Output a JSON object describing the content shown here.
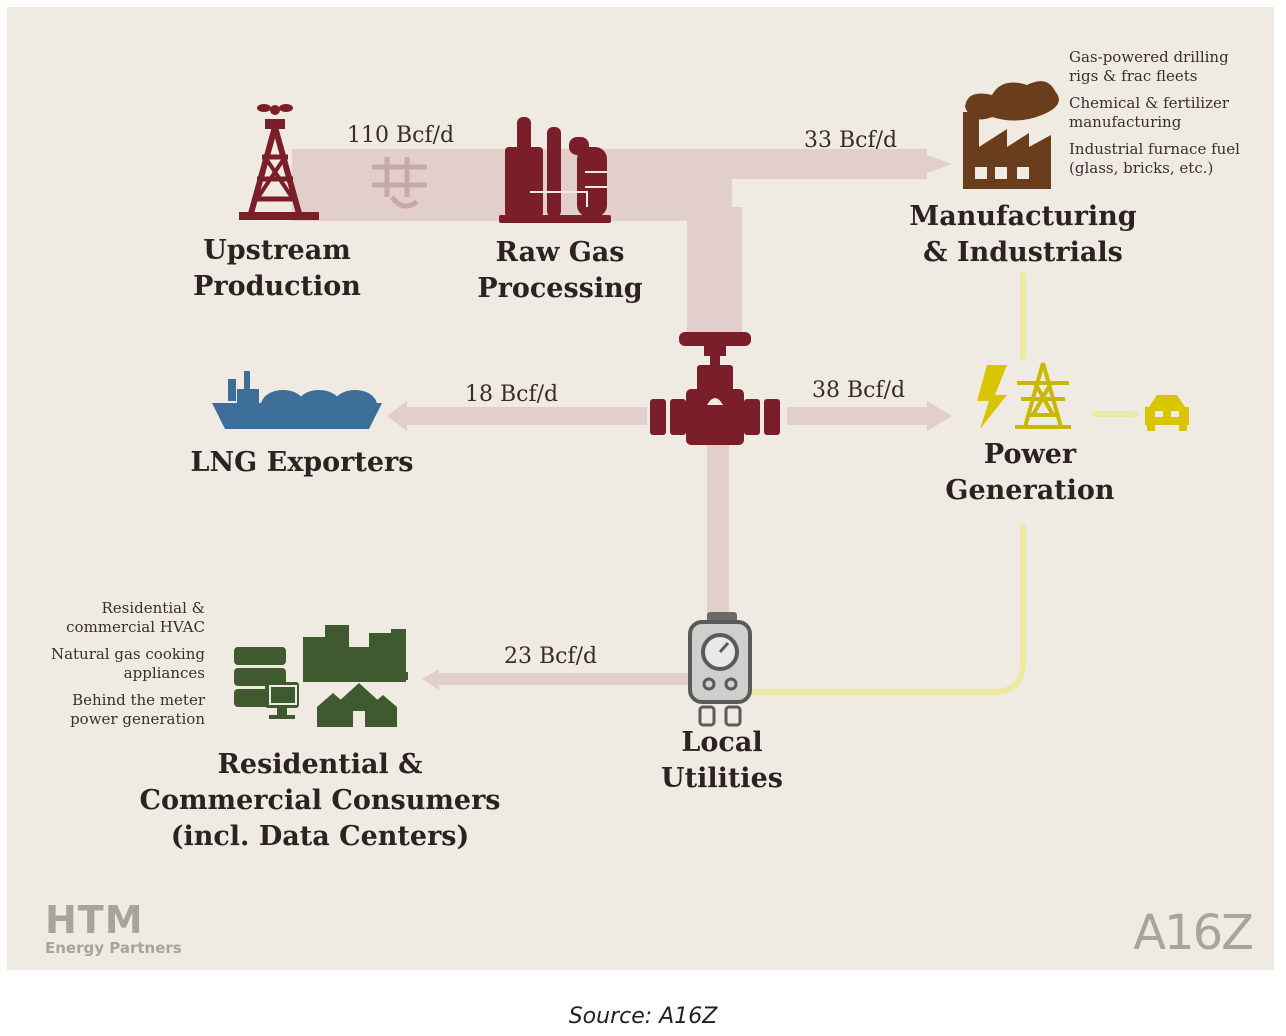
{
  "nodes": {
    "upstream": "Upstream\nProduction",
    "raw_gas": "Raw Gas\nProcessing",
    "manufacturing": "Manufacturing\n& Industrials",
    "lng": "LNG Exporters",
    "power": "Power\nGeneration",
    "utilities": "Local\nUtilities",
    "consumers": "Residential &\nCommercial Consumers\n(incl. Data Centers)"
  },
  "flows": {
    "total": "110 Bcf/d",
    "manufacturing": "33 Bcf/d",
    "lng": "18 Bcf/d",
    "power": "38 Bcf/d",
    "consumers": "23 Bcf/d"
  },
  "manufacturing_uses": [
    "Gas-powered drilling\nrigs & frac fleets",
    "Chemical & fertilizer\nmanufacturing",
    "Industrial furnace fuel\n(glass, bricks, etc.)"
  ],
  "consumer_uses": [
    "Residential &\ncommercial HVAC",
    "Natural gas cooking\nappliances",
    "Behind the meter\npower generation"
  ],
  "logos": {
    "htm_mark": "HTM",
    "htm_sub": "Energy Partners",
    "a16z": "A16Z"
  },
  "caption": "Source: A16Z",
  "colors": {
    "background": "#efebe2",
    "pipeline": "#e2cfcb",
    "electric_line": "#eceaa0",
    "maroon": "#7a1e2a",
    "lng_blue": "#3d6e98",
    "consumer_green": "#3e5a2e",
    "factory_brown": "#6a3e1c",
    "power_yellow": "#d9c400"
  }
}
